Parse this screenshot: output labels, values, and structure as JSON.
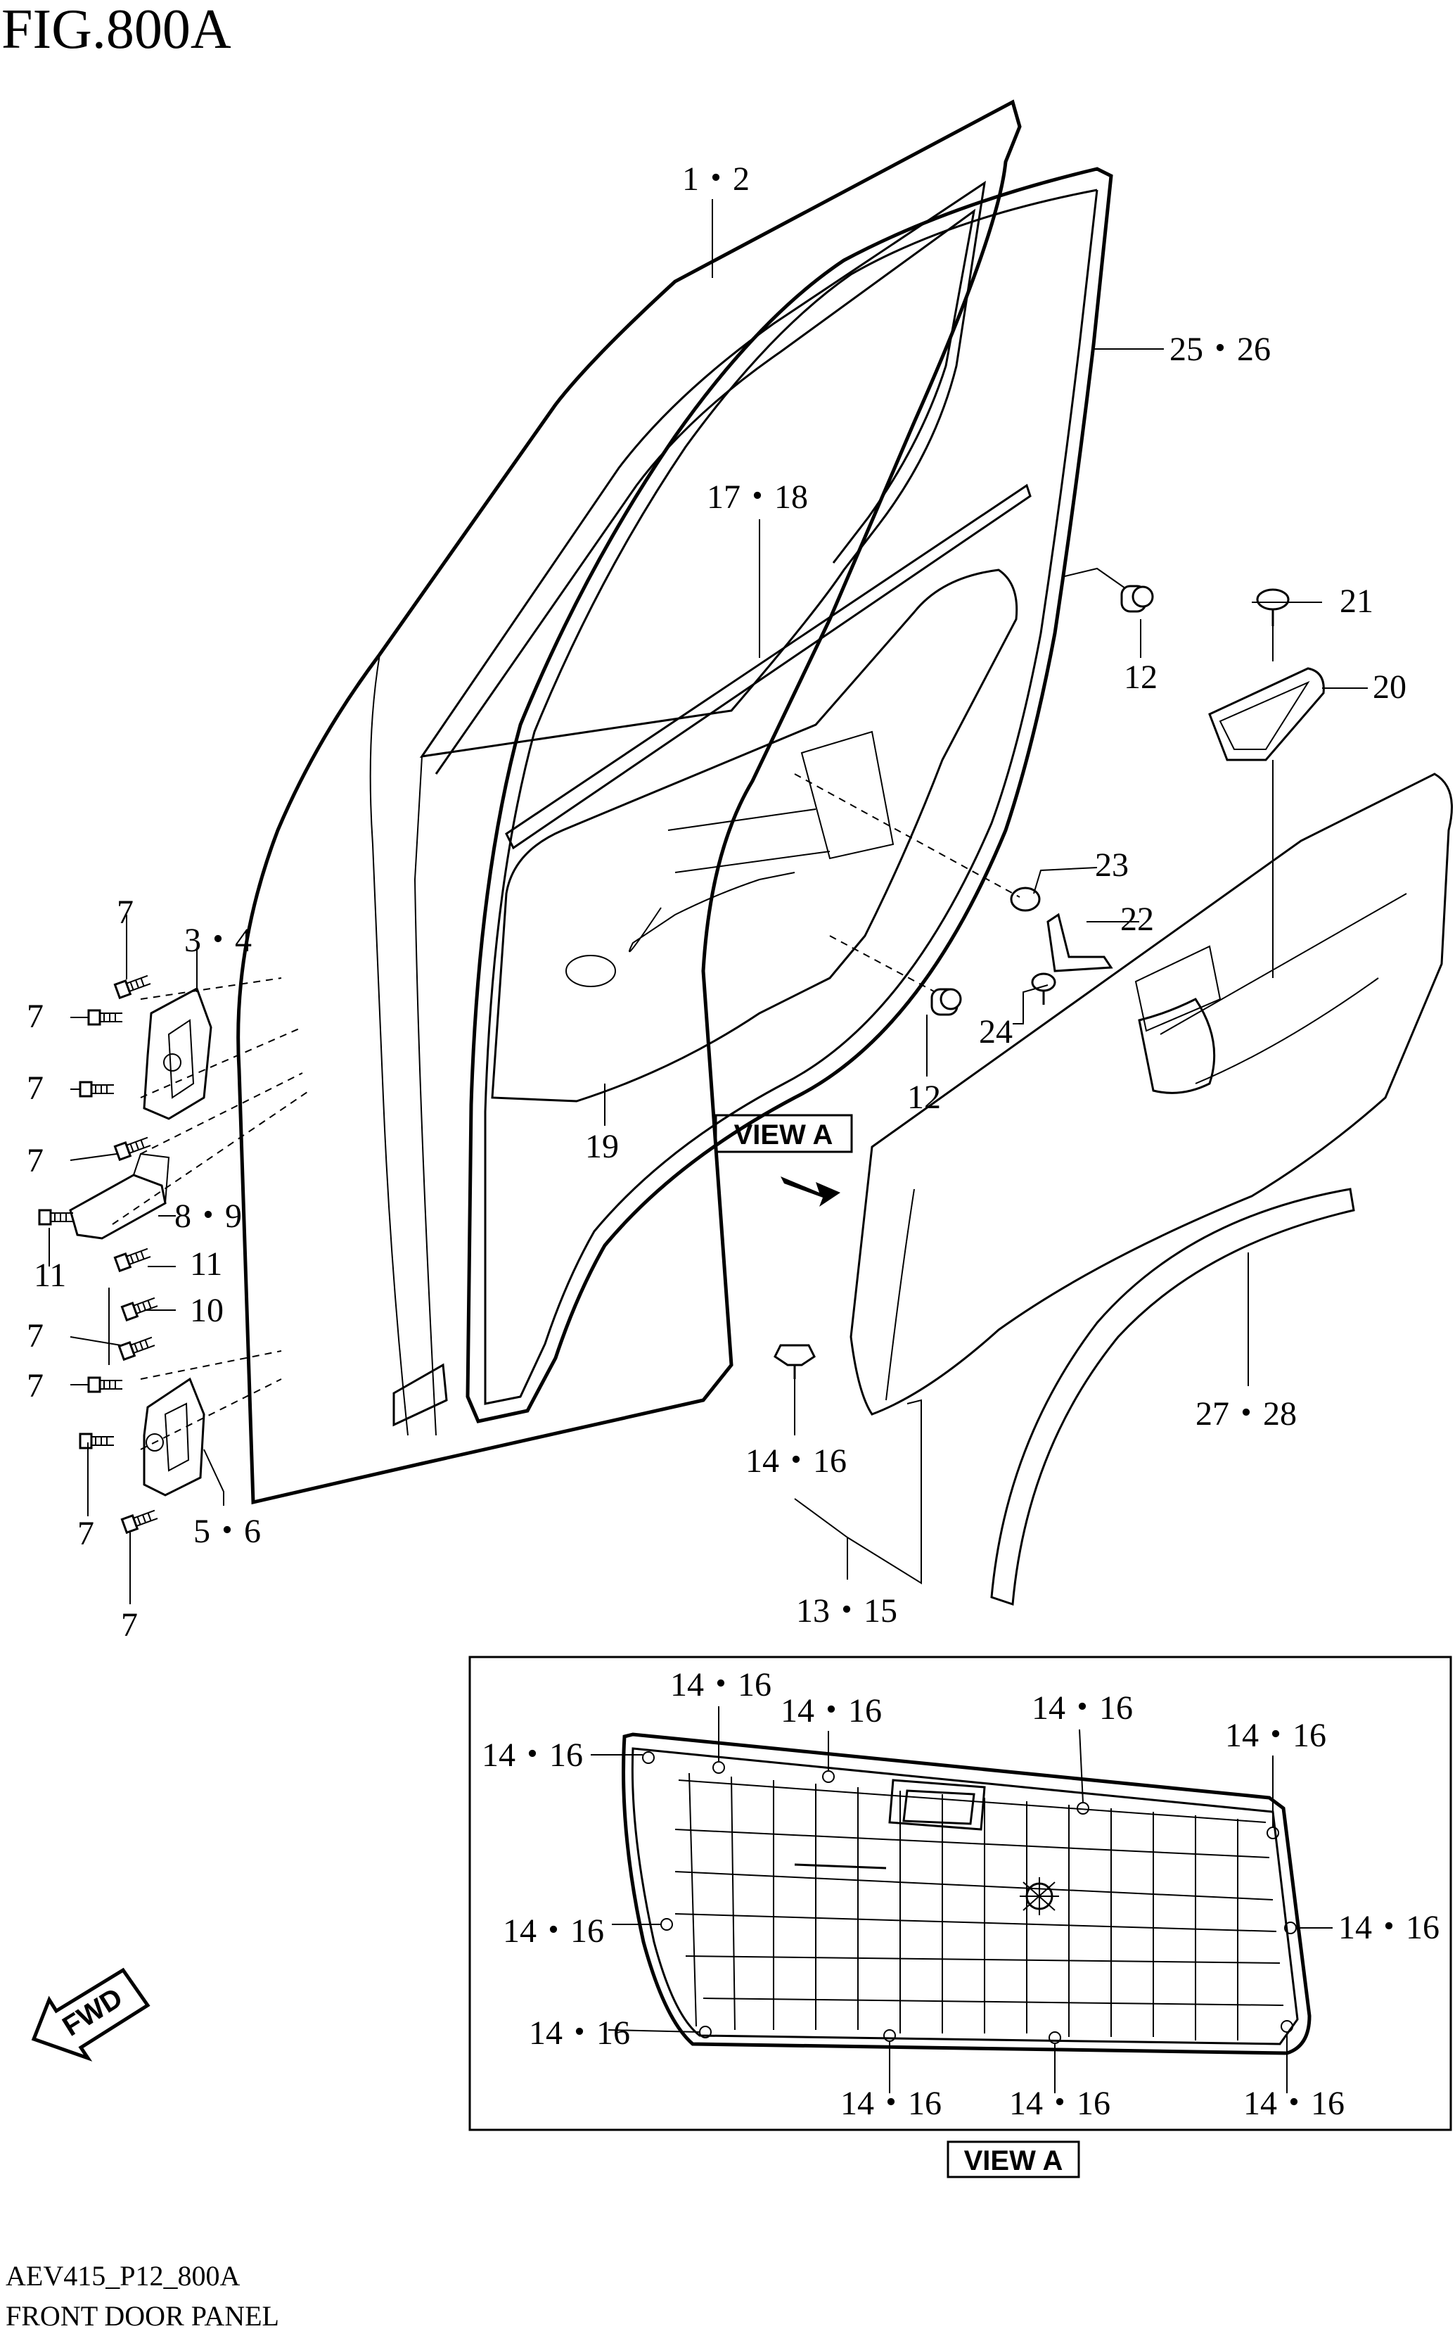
{
  "figure": {
    "title": "FIG.800A",
    "code": "AEV415_P12_800A",
    "caption": "FRONT DOOR PANEL"
  },
  "callouts": {
    "c1_2": "1・2",
    "c25_26": "25・26",
    "c17_18": "17・18",
    "c12a": "12",
    "c21": "21",
    "c20": "20",
    "c23": "23",
    "c22": "22",
    "c24": "24",
    "c12b": "12",
    "c19": "19",
    "c3_4": "3・4",
    "c7a": "7",
    "c7b": "7",
    "c7c": "7",
    "c7d": "7",
    "c8_9": "8・9",
    "c11a": "11",
    "c11b": "11",
    "c10": "10",
    "c7e": "7",
    "c7f": "7",
    "c7g": "7",
    "c5_6": "5・6",
    "c7h": "7",
    "c14_16": "14・16",
    "c13_15": "13・15",
    "c27_28": "27・28"
  },
  "view_a": {
    "tag_label": "VIEW A",
    "box_label": "VIEW A",
    "clips": [
      "14・16",
      "14・16",
      "14・16",
      "14・16",
      "14・16",
      "14・16",
      "14・16",
      "14・16",
      "14・16",
      "14・16"
    ]
  },
  "fwd": {
    "label": "FWD"
  }
}
